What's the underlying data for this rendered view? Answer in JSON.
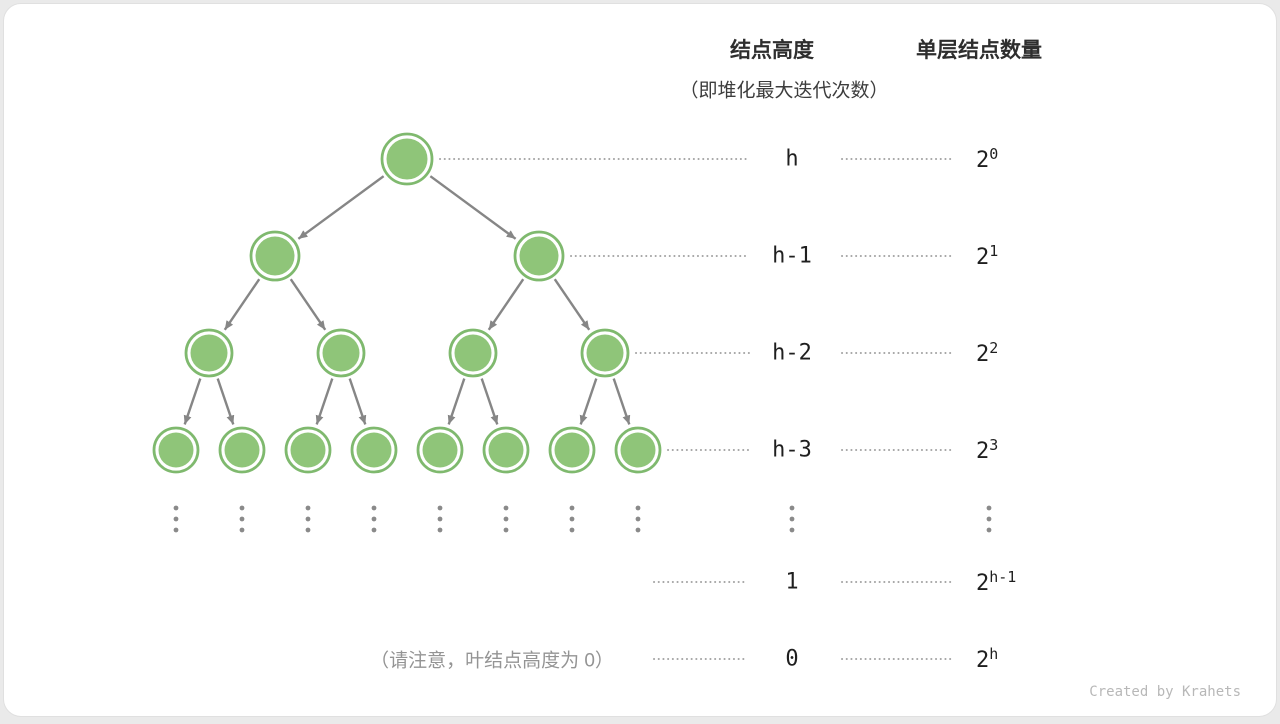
{
  "header": {
    "height_col": "结点高度",
    "height_sub": "（即堆化最大迭代次数）",
    "count_col": "单层结点数量"
  },
  "rows": [
    {
      "height": "h",
      "count_base": "2",
      "count_exp": "0",
      "nodes": 1
    },
    {
      "height": "h-1",
      "count_base": "2",
      "count_exp": "1",
      "nodes": 2
    },
    {
      "height": "h-2",
      "count_base": "2",
      "count_exp": "2",
      "nodes": 4
    },
    {
      "height": "h-3",
      "count_base": "2",
      "count_exp": "3",
      "nodes": 8
    },
    {
      "height": "1",
      "count_base": "2",
      "count_exp": "h-1",
      "nodes": 0
    },
    {
      "height": "0",
      "count_base": "2",
      "count_exp": "h",
      "nodes": 0
    }
  ],
  "note": "（请注意，叶结点高度为 0）",
  "credit": "Created by Krahets",
  "colors": {
    "node_fill": "#8FC579",
    "node_stroke": "#7FB96E",
    "arrow": "#868686",
    "dotted": "#a3a3a3",
    "ellipsis_dots": "#8a8a8a",
    "text": "#1f1f1f",
    "muted": "#949494"
  }
}
